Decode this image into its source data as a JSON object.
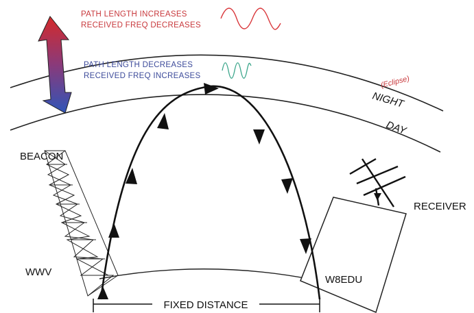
{
  "labels": {
    "increase_line1": "PATH LENGTH INCREASES",
    "increase_line2": "RECEIVED FREQ DECREASES",
    "decrease_line1": "PATH LENGTH DECREASES",
    "decrease_line2": "RECEIVED FREQ INCREASES",
    "eclipse": "(Eclipse)",
    "night": "NIGHT",
    "day": "DAY",
    "beacon": "BEACON",
    "wwv": "WWV",
    "receiver": "RECEIVER",
    "w8edu": "W8EDU",
    "fixed_distance": "FIXED DISTANCE"
  },
  "colors": {
    "increase_text": "#c8383c",
    "decrease_text": "#3c4a9a",
    "low_freq_wave": "#d9383c",
    "high_freq_wave": "#3aa58a",
    "arrow_top": "#d42a2a",
    "arrow_bottom": "#2f55b8",
    "eclipse_text": "#c8383c",
    "ink": "#111111"
  }
}
